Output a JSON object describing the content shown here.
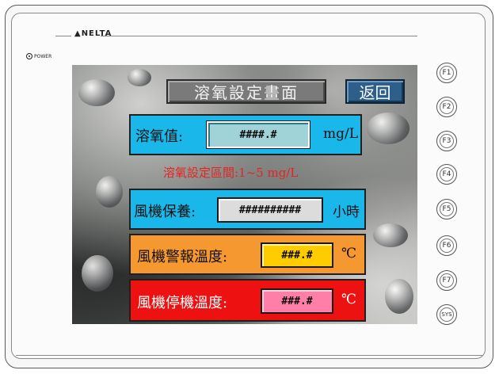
{
  "device": {
    "brand": "▲NELTA",
    "power_label": "POWER"
  },
  "screen": {
    "title": "溶氧設定畫面",
    "back_label": "返回",
    "do_value": {
      "label": "溶氧值:",
      "value": "####.#",
      "unit": "mg/L",
      "color": "#1ab8ea"
    },
    "range_note": "溶氧設定區間:1~5 mg/L",
    "fan_maintenance": {
      "label": "風機保養:",
      "value": "##########",
      "unit": "小時",
      "color": "#1ab8ea"
    },
    "fan_alarm_temp": {
      "label": "風機警報溫度:",
      "value": "###.#",
      "unit": "℃",
      "color": "#f5982f",
      "field_color": "#ffcc00"
    },
    "fan_stop_temp": {
      "label": "風機停機溫度:",
      "value": "###.#",
      "unit": "℃",
      "color": "#ee1111",
      "field_color": "#ff7fa8"
    }
  },
  "function_keys": [
    "F1",
    "F2",
    "F3",
    "F4",
    "F5",
    "F6",
    "F7",
    "SYS"
  ]
}
